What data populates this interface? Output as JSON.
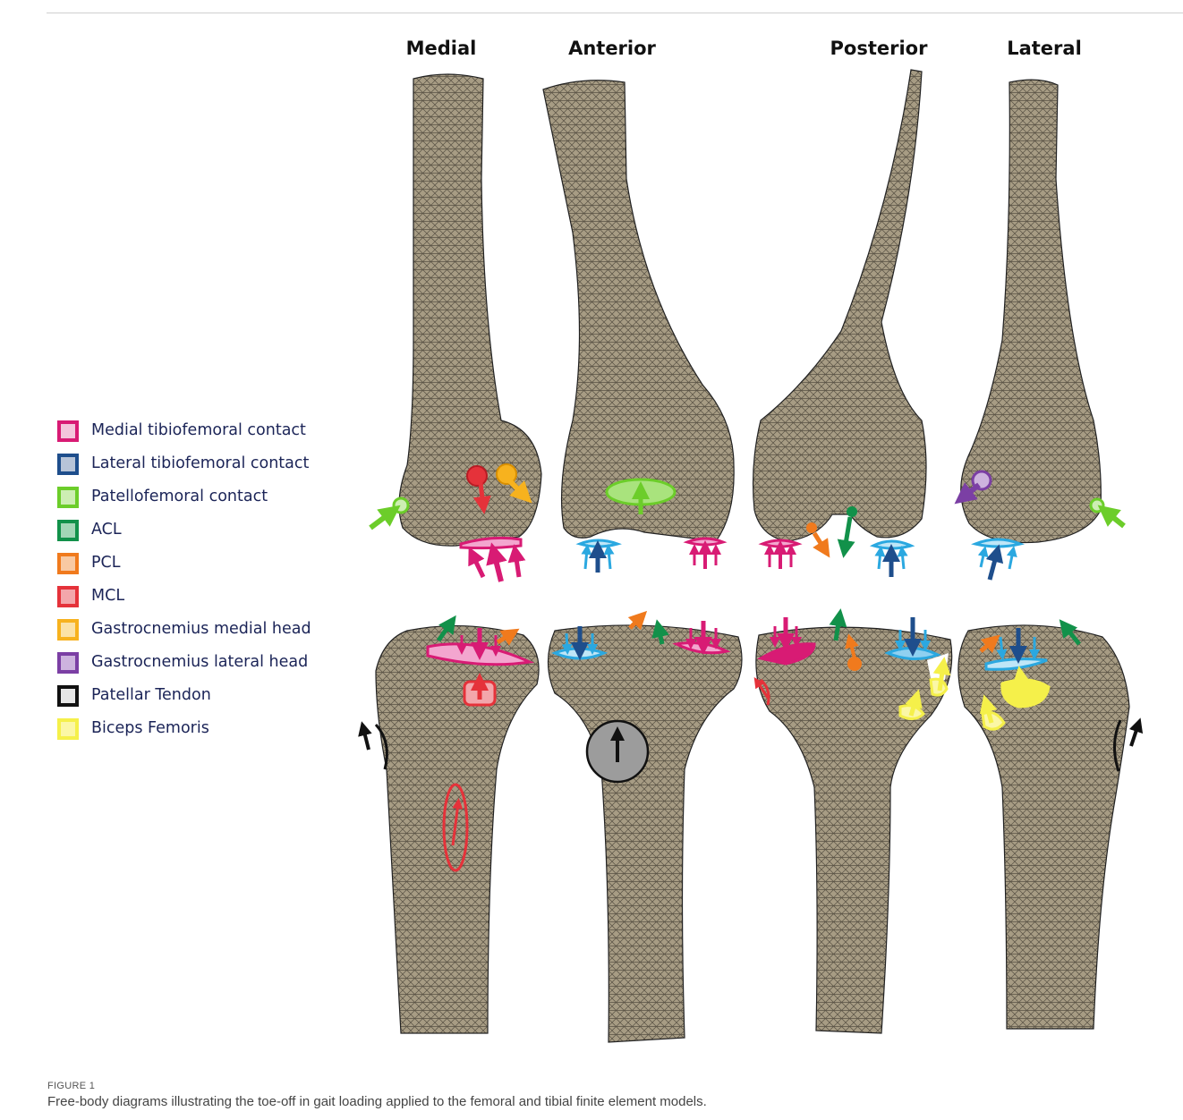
{
  "figure": {
    "view_labels": [
      "Medial",
      "Anterior",
      "Posterior",
      "Lateral"
    ],
    "legend": [
      {
        "label": "Medial tibiofemoral contact",
        "border": "#d81b74",
        "fill": "#f3c6dc"
      },
      {
        "label": "Lateral tibiofemoral contact",
        "border": "#1e4e8c",
        "fill": "#b7c4d8"
      },
      {
        "label": "Patellofemoral contact",
        "border": "#6ccd2a",
        "fill": "#cdeeb3"
      },
      {
        "label": "ACL",
        "border": "#12914a",
        "fill": "#a3d6b6"
      },
      {
        "label": "PCL",
        "border": "#f07a1d",
        "fill": "#f8c9a3"
      },
      {
        "label": "MCL",
        "border": "#e5323a",
        "fill": "#f3a6ab"
      },
      {
        "label": "Gastrocnemius medial head",
        "border": "#f7b21e",
        "fill": "#fbe2a6"
      },
      {
        "label": "Gastrocnemius lateral head",
        "border": "#7b3fa4",
        "fill": "#cdb3de"
      },
      {
        "label": "Patellar Tendon",
        "border": "#111111",
        "fill": "#e6e6e6"
      },
      {
        "label": "Biceps Femoris",
        "border": "#f5f04a",
        "fill": "#fbf7a6"
      }
    ],
    "caption_label": "FIGURE 1",
    "caption": "Free-body diagrams illustrating the toe-off in gait loading applied to the femoral and tibial finite element models."
  }
}
